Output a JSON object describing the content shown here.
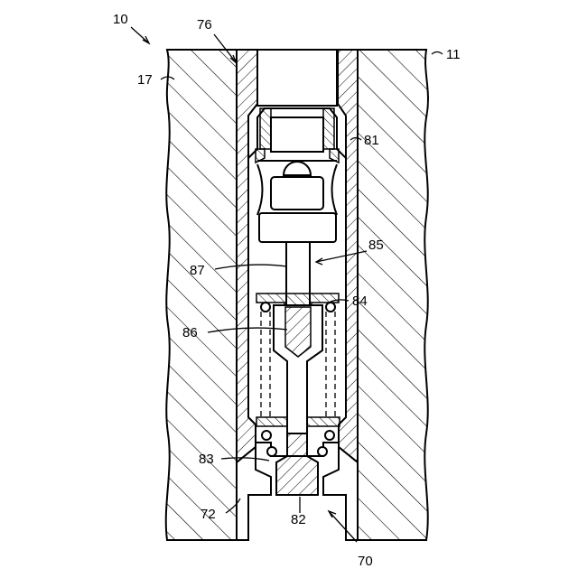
{
  "labels": {
    "l10": "10",
    "l76": "76",
    "l11": "11",
    "l17": "17",
    "l81": "81",
    "l85": "85",
    "l87": "87",
    "l84": "84",
    "l86": "86",
    "l83": "83",
    "l72": "72",
    "l82": "82",
    "l70": "70"
  }
}
